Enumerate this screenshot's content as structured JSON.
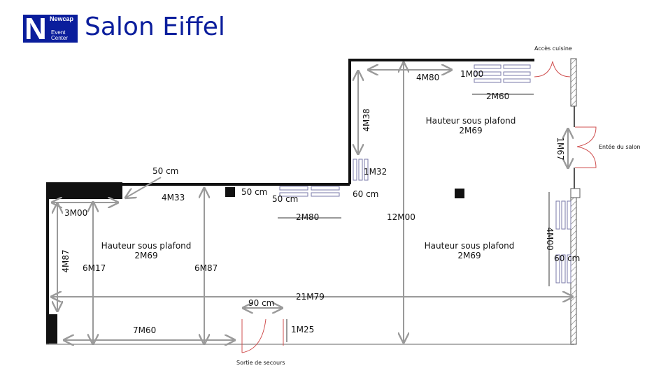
{
  "header": {
    "logo_top": "Newcap",
    "logo_bottom": "Event Center",
    "title": "Salon Eiffel"
  },
  "labels": {
    "acces_cuisine": "Accès cuisine",
    "entree": "Entée du salon",
    "sortie": "Sortie de secours",
    "hauteur": "Hauteur sous plafond",
    "hauteur_val": "2M69"
  },
  "dims": {
    "d4m80": "4M80",
    "d1m00": "1M00",
    "d2m60": "2M60",
    "d4m38": "4M38",
    "d1m32": "1M32",
    "d60cm_a": "60 cm",
    "d12m00": "12M00",
    "d1m67": "1M67",
    "d4m00": "4M00",
    "d60cm_b": "60 cm",
    "d50cm_a": "50 cm",
    "d4m33": "4M33",
    "d50cm_b": "50 cm",
    "d50cm_c": "50 cm",
    "d2m80": "2M80",
    "d3m00": "3M00",
    "d4m87": "4M87",
    "d6m17": "6M17",
    "d6m87": "6M87",
    "d21m79": "21M79",
    "d90cm": "90 cm",
    "d1m25": "1M25",
    "d7m60": "7M60"
  }
}
